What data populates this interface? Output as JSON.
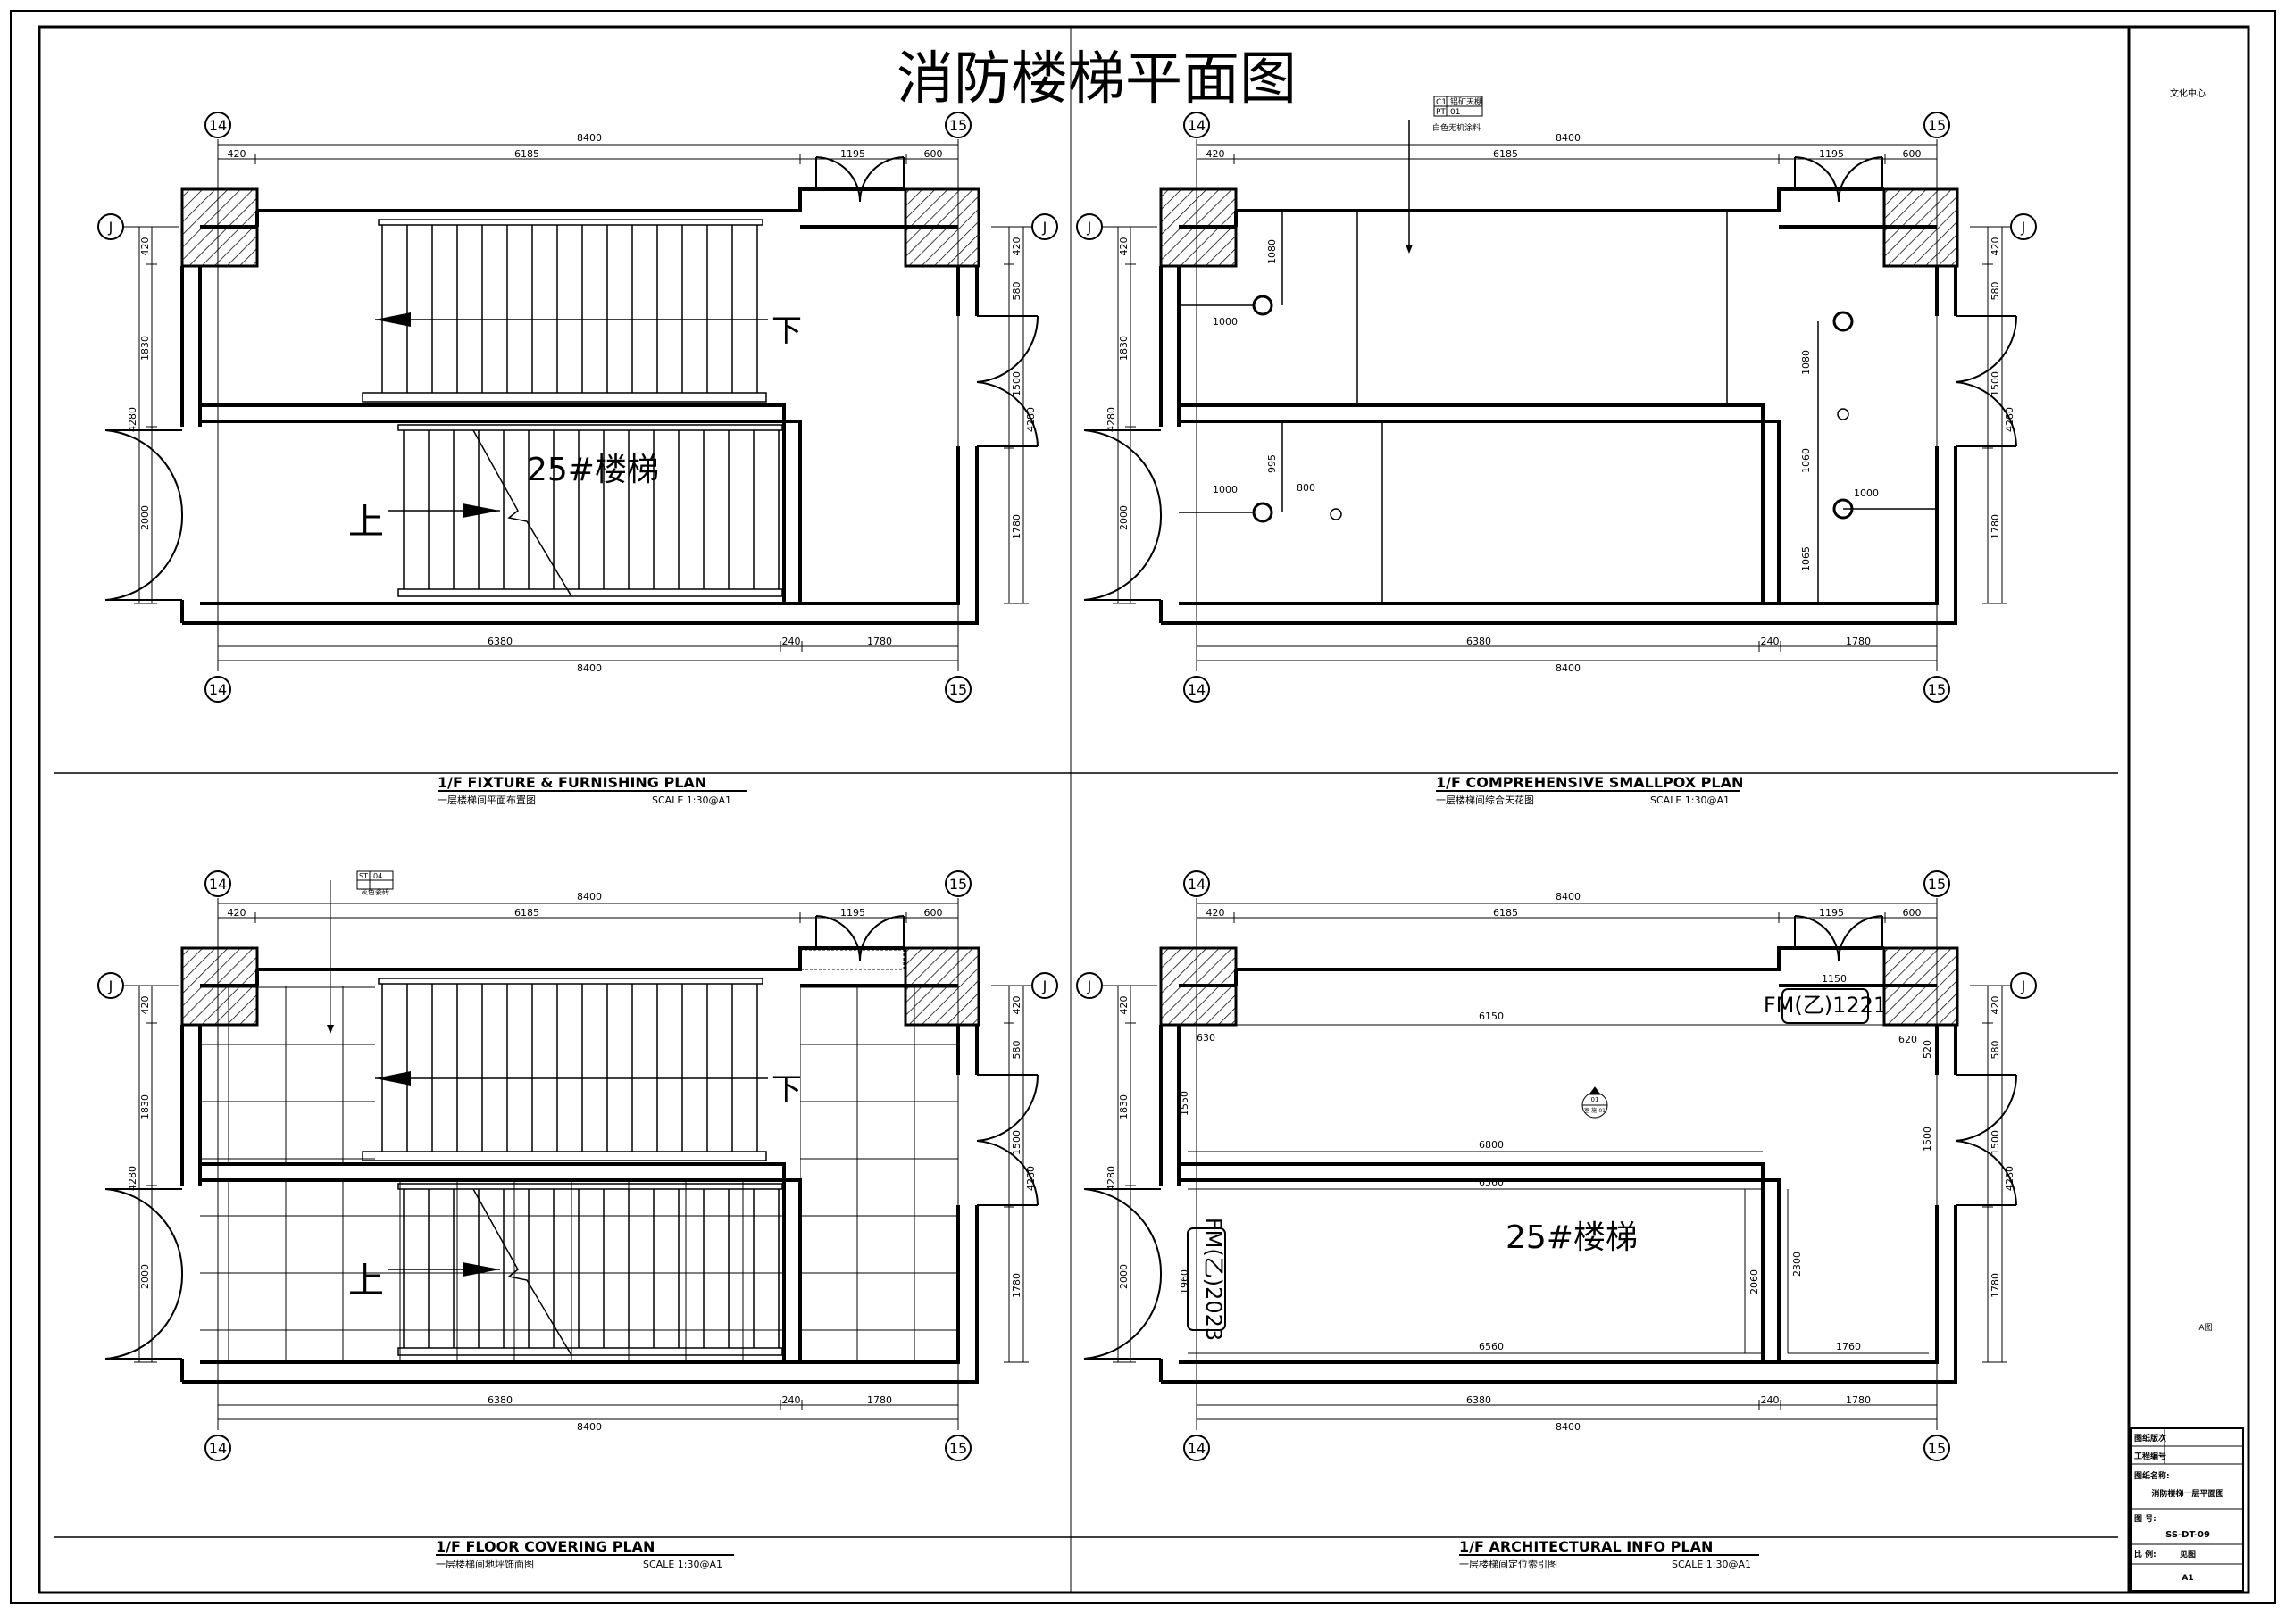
{
  "sheet_title": "消防楼梯平面图",
  "grid": {
    "col_left": "14",
    "col_right": "15",
    "row": "J"
  },
  "dims": {
    "top_total": "8400",
    "top_a": "420",
    "top_b": "6185",
    "top_c": "1195",
    "top_d": "600",
    "bottom_total": "8400",
    "bottom_a": "6380",
    "bottom_b": "240",
    "bottom_c": "1780",
    "left_total": "4280",
    "left_a": "420",
    "left_b": "1830",
    "left_c": "2000",
    "right_total": "4280",
    "right_a": "420",
    "right_b": "580",
    "right_c": "1500",
    "right_d": "1780"
  },
  "stair_down": "下",
  "stair_up": "上",
  "stair_name": "25#楼梯",
  "panels": [
    {
      "title_en": "1/F FIXTURE & FURNISHING PLAN",
      "title_cn": "一层楼梯间平面布置图",
      "scale": "SCALE 1:30@A1"
    },
    {
      "title_en": "1/F COMPREHENSIVE SMALLPOX PLAN",
      "title_cn": "一层楼梯间综合天花图",
      "scale": "SCALE 1:30@A1"
    },
    {
      "title_en": "1/F FLOOR  COVERING PLAN",
      "title_cn": "一层楼梯间地坪饰面图",
      "scale": "SCALE 1:30@A1"
    },
    {
      "title_en": "1/F  ARCHITECTURAL INFO PLAN",
      "title_cn": "一层楼梯间定位索引图",
      "scale": "SCALE 1:30@A1"
    }
  ],
  "ceiling": {
    "tag_a": "C1",
    "tag_a_note": "铝矿天棚",
    "tag_b": "PT",
    "tag_b_num": "01",
    "tag_note": "白色无机涂料",
    "d1000": "1000",
    "d1080": "1080",
    "d995": "995",
    "d800": "800",
    "d1060": "1060",
    "d1065": "1065"
  },
  "floor": {
    "tag": "ST",
    "tag_num": "04",
    "tag_note": "灰色瓷砖"
  },
  "info": {
    "door_a": "FM(乙)1221",
    "door_b": "FM(乙)2023",
    "d6150": "6150",
    "d6800": "6800",
    "d6560": "6560",
    "d1150": "1150",
    "d630": "630",
    "d620": "620",
    "d1550": "1550",
    "d1960": "1960",
    "d2060": "2060",
    "d2300": "2300",
    "d1760": "1760",
    "d1500": "1500",
    "d520": "520",
    "index_num": "01",
    "index_ref": "室-施-01"
  },
  "titleblock": {
    "project": "文化中心",
    "stamp": "A图",
    "rows": [
      "图纸版次",
      "工程编号",
      "图纸名称:",
      "消防楼梯一层平面图",
      "图 号:",
      "SS-DT-09",
      "比 例:",
      "见图",
      "A1"
    ]
  }
}
